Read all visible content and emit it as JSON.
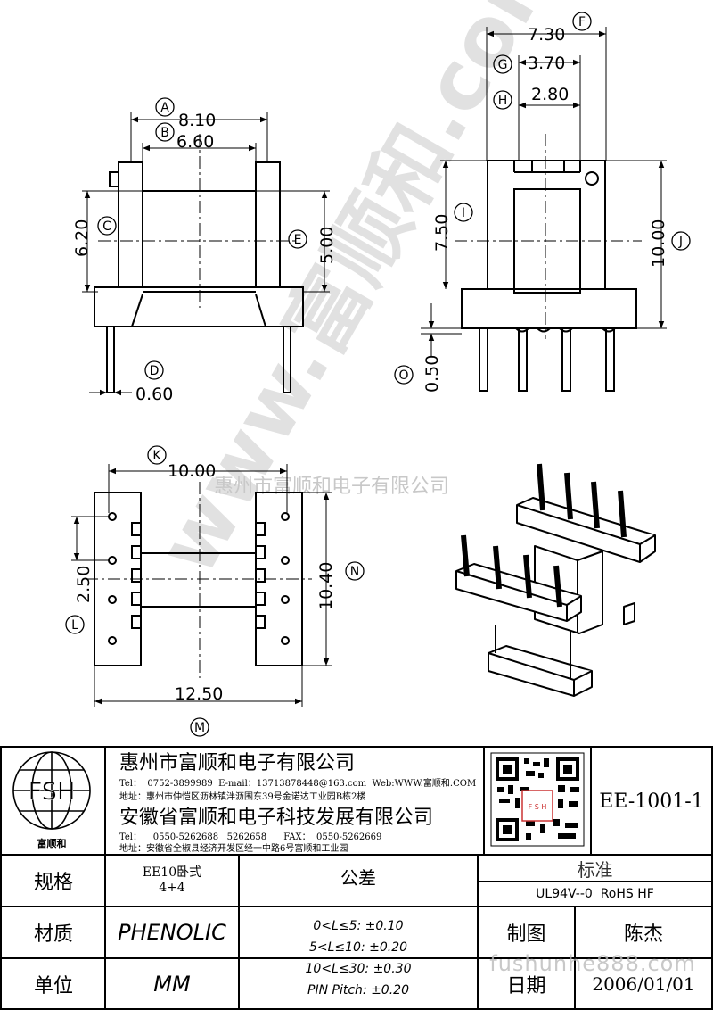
{
  "dimensions": {
    "A": "8.10",
    "B": "6.60",
    "C": "6.20",
    "D": "0.60",
    "E": "5.00",
    "F": "7.30",
    "G": "3.70",
    "H": "2.80",
    "I": "7.50",
    "J": "10.00",
    "O": "0.50",
    "K": "10.00",
    "L": "2.50",
    "N": "10.40",
    "M": "12.50"
  },
  "labels": [
    "A",
    "B",
    "C",
    "D",
    "E",
    "F",
    "G",
    "H",
    "I",
    "J",
    "K",
    "L",
    "M",
    "N",
    "O"
  ],
  "watermark": {
    "diagonal": "www.富顺和.com",
    "center": "惠州市富顺和电子有限公司",
    "bottom": "fushunhe888.com"
  },
  "company": {
    "logo_text": "FSH",
    "logo_caption": "富顺和",
    "name1": "惠州市富顺和电子有限公司",
    "contact1": "Tel：  0752-3899989  E-mail：13713878448@163.com  Web:WWW.富顺和.COM",
    "address1": "地址：惠州市仲恺区沥林镇泮沥围东39号金诺达工业园B栋2楼",
    "name2": "安徽省富顺和电子科技发展有限公司",
    "contact2": "Tel：    0550-5262688   5262658      FAX：  0550-5262669",
    "address2": "地址：安徽省全椒县经济开发区经一中路6号富顺和工业园",
    "qr_caption": "F S H"
  },
  "part_number": "EE-1001-1",
  "spec": {
    "label": "规格",
    "value_line1": "EE10卧式",
    "value_line2": "4+4"
  },
  "tolerance": {
    "label": "公差",
    "lines": [
      "0<L≤5: ±0.10",
      "5<L≤10: ±0.20",
      "10<L≤30: ±0.30",
      "PIN Pitch: ±0.20"
    ]
  },
  "standard": {
    "label": "标准",
    "value": "UL94V--0  RoHS HF"
  },
  "material": {
    "label": "材质",
    "value": "PHENOLIC"
  },
  "drawn": {
    "label": "制图",
    "value": "陈杰"
  },
  "unit": {
    "label": "单位",
    "value": "MM"
  },
  "date": {
    "label": "日期",
    "value": "2006/01/01"
  }
}
